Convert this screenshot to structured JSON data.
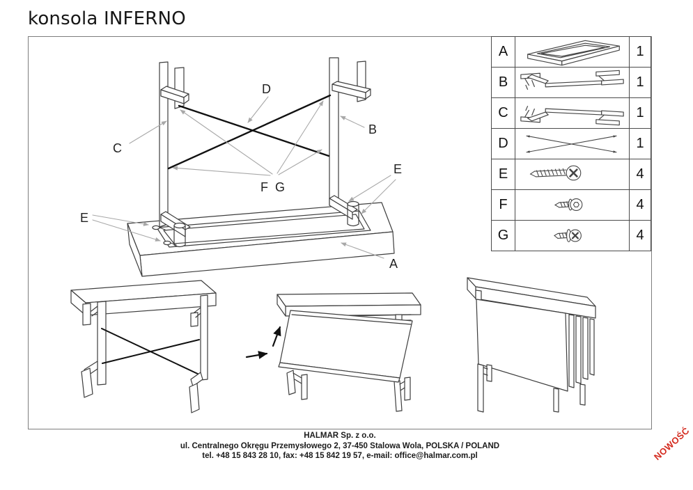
{
  "title": "konsola INFERNO",
  "parts_table": {
    "rows": [
      {
        "letter": "A",
        "qty": "1",
        "illustration": "top-panel"
      },
      {
        "letter": "B",
        "qty": "1",
        "illustration": "leg-frame"
      },
      {
        "letter": "C",
        "qty": "1",
        "illustration": "leg-frame-mirrored"
      },
      {
        "letter": "D",
        "qty": "1",
        "illustration": "cross-brace-rods"
      },
      {
        "letter": "E",
        "qty": "4",
        "illustration": "long-screw"
      },
      {
        "letter": "F",
        "qty": "4",
        "illustration": "hex-socket-bolt"
      },
      {
        "letter": "G",
        "qty": "4",
        "illustration": "pan-head-screw"
      }
    ]
  },
  "diagram": {
    "labels": {
      "a": "A",
      "b": "B",
      "c": "C",
      "d": "D",
      "e_left": "E",
      "e_right": "E",
      "f": "F",
      "g": "G"
    }
  },
  "footer": {
    "company": "HALMAR Sp. z o.o.",
    "address": "ul. Centralnego Okręgu Przemysłowego 2, 37-450 Stalowa Wola, POLSKA / POLAND",
    "contact": "tel. +48 15 843 28 10, fax: +48 15 842 19 57, e-mail: office@halmar.com.pl"
  },
  "badge": {
    "text": "NOWOŚĆ"
  },
  "colors": {
    "badge_red": "#d42a1e",
    "line_art": "#3d3d3d",
    "brace_black": "#111111",
    "arrow_gray": "#a8a8a8"
  }
}
